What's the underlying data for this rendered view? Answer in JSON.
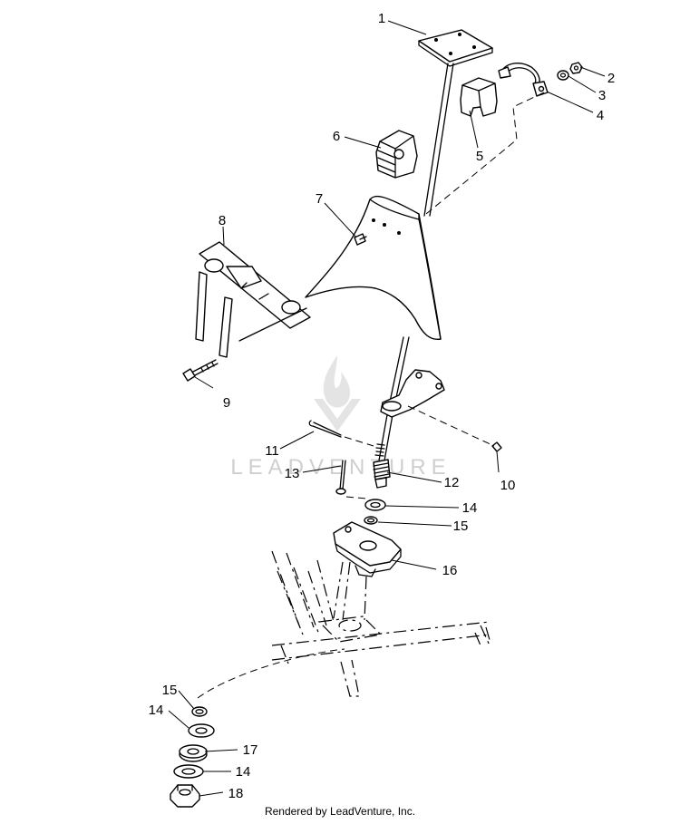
{
  "diagram": {
    "callouts": [
      {
        "id": "c1",
        "label": "1"
      },
      {
        "id": "c2",
        "label": "2"
      },
      {
        "id": "c3",
        "label": "3"
      },
      {
        "id": "c4",
        "label": "4"
      },
      {
        "id": "c5",
        "label": "5"
      },
      {
        "id": "c6",
        "label": "6"
      },
      {
        "id": "c7",
        "label": "7"
      },
      {
        "id": "c8",
        "label": "8"
      },
      {
        "id": "c9",
        "label": "9"
      },
      {
        "id": "c10",
        "label": "10"
      },
      {
        "id": "c11",
        "label": "11"
      },
      {
        "id": "c12",
        "label": "12"
      },
      {
        "id": "c13",
        "label": "13"
      },
      {
        "id": "c14a",
        "label": "14"
      },
      {
        "id": "c15a",
        "label": "15"
      },
      {
        "id": "c16",
        "label": "16"
      },
      {
        "id": "c15b",
        "label": "15"
      },
      {
        "id": "c14b",
        "label": "14"
      },
      {
        "id": "c17",
        "label": "17"
      },
      {
        "id": "c14c",
        "label": "14"
      },
      {
        "id": "c18",
        "label": "18"
      }
    ]
  },
  "watermark": {
    "text": "LEADVENTURE"
  },
  "footer": {
    "text": "Rendered by LeadVenture, Inc."
  }
}
